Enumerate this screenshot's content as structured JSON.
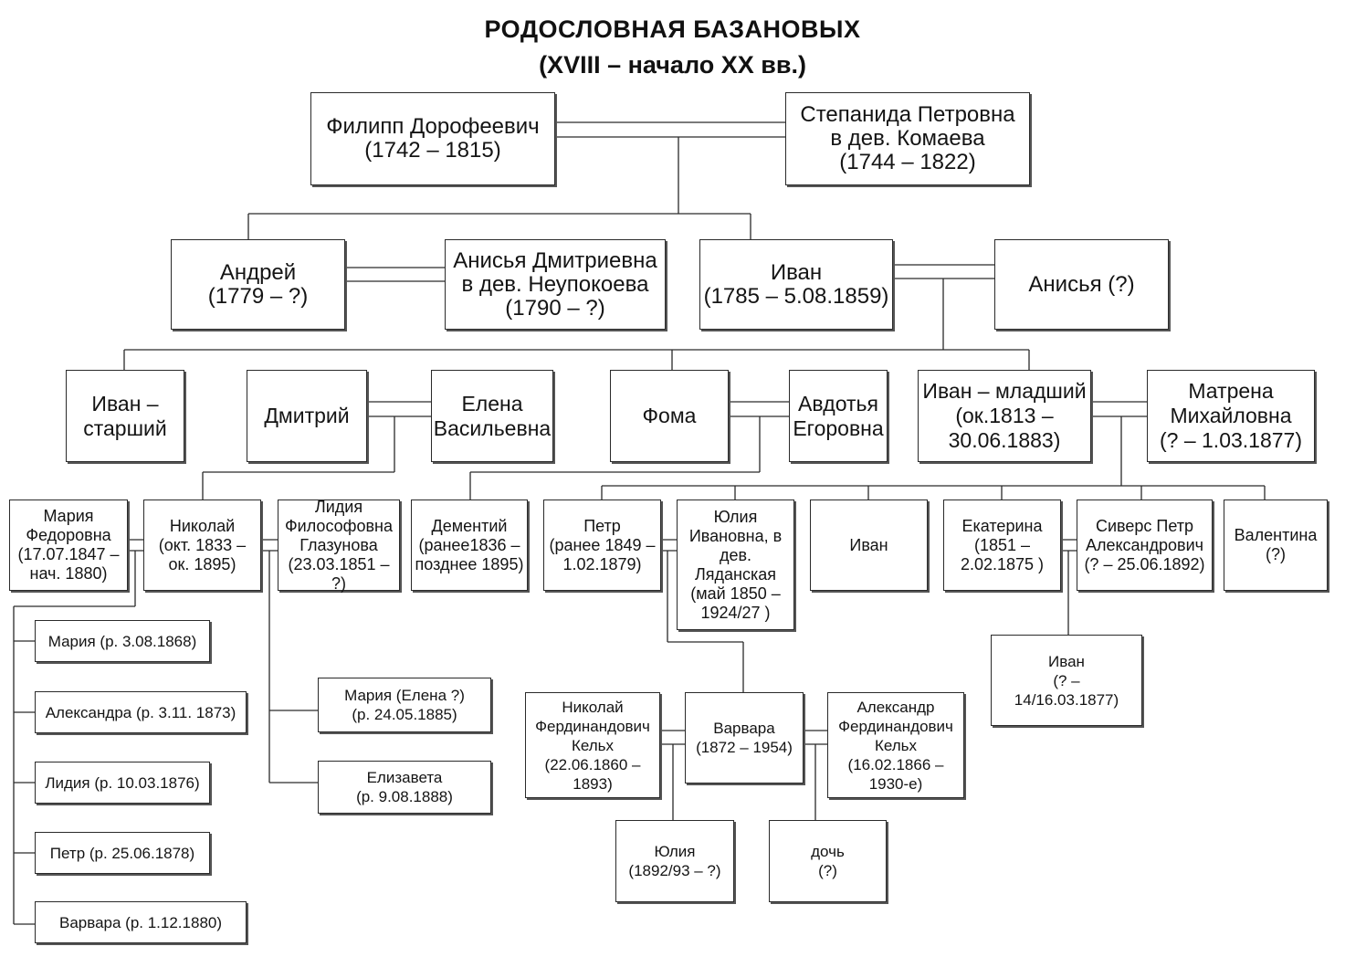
{
  "title": {
    "line1": "РОДОСЛОВНАЯ БАЗАНОВЫХ",
    "line2": "(XVIII – начало XX вв.)"
  },
  "people": {
    "filipp": "Филипп Дорофеевич\n(1742 – 1815)",
    "stepanida": "Степанида Петровна\nв дев. Комаева\n(1744 – 1822)",
    "andrey": "Андрей\n(1779 – ?)",
    "anisya_d": "Анисья Дмитриевна\nв дев. Неупокоева\n(1790 – ?)",
    "ivan_1785": "Иван\n(1785 – 5.08.1859)",
    "anisya": "Анисья (?)",
    "ivan_starshiy": "Иван –\nстарший",
    "dmitriy": "Дмитрий",
    "elena": "Елена\nВасильевна",
    "foma": "Фома",
    "avdotya": "Авдотья\nЕгоровна",
    "ivan_mladshiy": "Иван – младший\n(ок.1813 –\n30.06.1883)",
    "matrena": "Матрена\nМихайловна\n(? – 1.03.1877)",
    "mariya_f": "Мария\nФедоровна\n(17.07.1847 –\nнач. 1880)",
    "nikolay": "Николай\n(окт. 1833 –\nок. 1895)",
    "lidiya_f": "Лидия\nФилософовна\nГлазунова\n(23.03.1851 – ?)",
    "dementiy": "Дементий\n(ранее1836 –\nпозднее 1895)",
    "petr": "Петр\n(ранее 1849 –\n1.02.1879)",
    "yuliya_i": "Юлия\nИвановна, в\nдев.\nЛяданская\n(май 1850 –\n1924/27 )",
    "ivan_c": "Иван",
    "ekaterina": "Екатерина\n(1851 –\n2.02.1875 )",
    "sivers": "Сиверс Петр\nАлександрович\n(? – 25.06.1892)",
    "valentina": "Валентина\n(?)",
    "mariya_1868": "Мария (р. 3.08.1868)",
    "aleksandra": "Александра (р. 3.11. 1873)",
    "lidiya_1876": "Лидия (р. 10.03.1876)",
    "petr_1878": "Петр (р. 25.06.1878)",
    "varvara_1880": "Варвара (р. 1.12.1880)",
    "mariya_elena": "Мария (Елена ?)\n(р. 24.05.1885)",
    "elizaveta": "Елизавета\n(р. 9.08.1888)",
    "nikolay_kelkh": "Николай\nФердинандович\nКельх\n(22.06.1860 –\n1893)",
    "varvara_1872": "Варвара\n(1872 – 1954)",
    "aleksandr_kelkh": "Александр\nФердинандович\nКельх\n(16.02.1866 –\n1930-е)",
    "ivan_1877": "Иван\n(? –\n14/16.03.1877)",
    "yuliya_1892": "Юлия\n(1892/93 – ?)",
    "doch": "дочь\n(?)"
  }
}
